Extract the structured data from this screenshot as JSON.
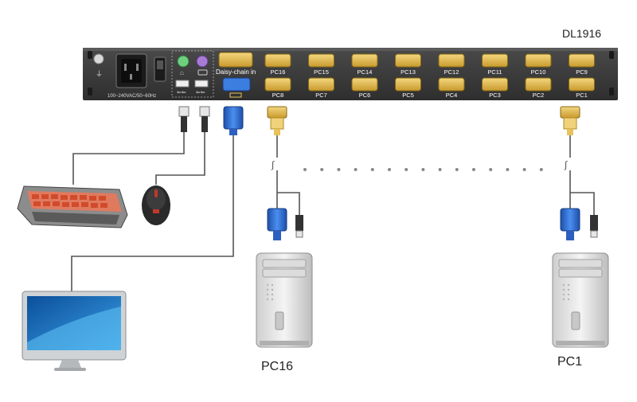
{
  "model": "DL1916",
  "power_spec": "100~240VAC/50~60Hz",
  "daisy_chain_label": "Daisy-chain in",
  "ports_top": [
    "PC16",
    "PC15",
    "PC14",
    "PC13",
    "PC12",
    "PC11",
    "PC10",
    "PC9"
  ],
  "ports_bottom": [
    "PC8",
    "PC7",
    "PC6",
    "PC5",
    "PC4",
    "PC3",
    "PC2",
    "PC1"
  ],
  "computers": [
    {
      "label": "PC16"
    },
    {
      "label": "PC1"
    }
  ],
  "peripherals": [
    "keyboard-icon",
    "mouse-icon",
    "monitor-icon"
  ],
  "colors": {
    "panel": "#3a3a3a",
    "vga_port": "#e8c25a",
    "vga_blue": "#2f6fd6",
    "ps2_green": "#6fcf7f",
    "ps2_purple": "#a77bd3",
    "cable": "#555555"
  }
}
